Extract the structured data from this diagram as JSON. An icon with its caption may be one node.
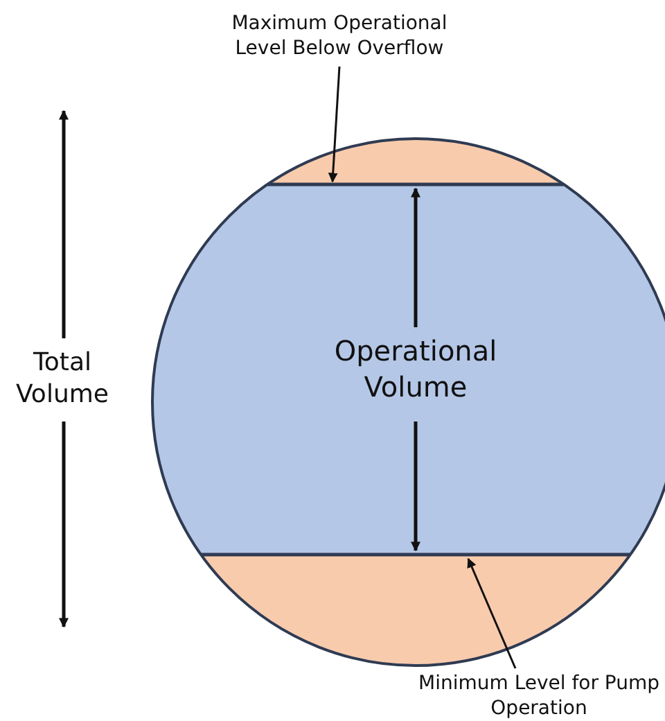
{
  "diagram": {
    "nodes": [
      {
        "text": [
          "Maximum Operational Level Below Overflow"
        ]
      },
      {
        "text": [],
        "shape": "bar"
      },
      {
        "text": [
          "Minimum Level for Pump Operation"
        ]
      },
      {
        "text": [],
        "shape": "bar"
      }
    ],
    "edges": [
      {
        "from": 0,
        "to": 1,
        "arrow": "to"
      },
      {
        "from": 2,
        "to": 3,
        "arrow": "to"
      }
    ],
    "labels": [
      "Total Volume",
      "Operational Volume"
    ]
  }
}
